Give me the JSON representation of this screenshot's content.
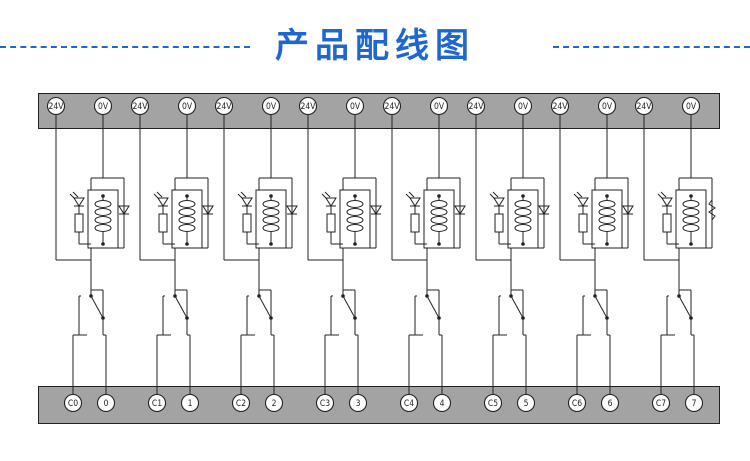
{
  "title": "产品配线图",
  "channels": [
    {
      "top_left": "24V",
      "top_right": "0V",
      "common": "C0",
      "output": "0"
    },
    {
      "top_left": "24V",
      "top_right": "0V",
      "common": "C1",
      "output": "1"
    },
    {
      "top_left": "24V",
      "top_right": "0V",
      "common": "C2",
      "output": "2"
    },
    {
      "top_left": "24V",
      "top_right": "0V",
      "common": "C3",
      "output": "3"
    },
    {
      "top_left": "24V",
      "top_right": "0V",
      "common": "C4",
      "output": "4"
    },
    {
      "top_left": "24V",
      "top_right": "0V",
      "common": "C5",
      "output": "5"
    },
    {
      "top_left": "24V",
      "top_right": "0V",
      "common": "C6",
      "output": "6"
    },
    {
      "top_left": "24V",
      "top_right": "0V",
      "common": "C7",
      "output": "7"
    }
  ],
  "colors": {
    "accent": "#1f66d1",
    "bar": "#a3a3a3",
    "line": "#222222"
  }
}
